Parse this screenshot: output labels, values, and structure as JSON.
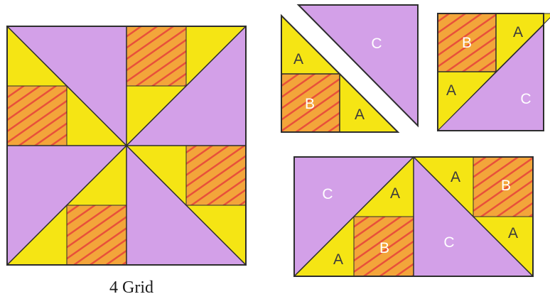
{
  "colors": {
    "purple": "#d3a0e8",
    "yellow": "#f5e514",
    "orange": "#f3a53a",
    "orange_stripe": "#e8503a",
    "outline": "#2d2d2d",
    "label_dark": "#3c3c3c",
    "label_light": "#ffffff"
  },
  "caption": "4 Grid",
  "labels": {
    "a": "A",
    "b": "B",
    "c": "C"
  }
}
